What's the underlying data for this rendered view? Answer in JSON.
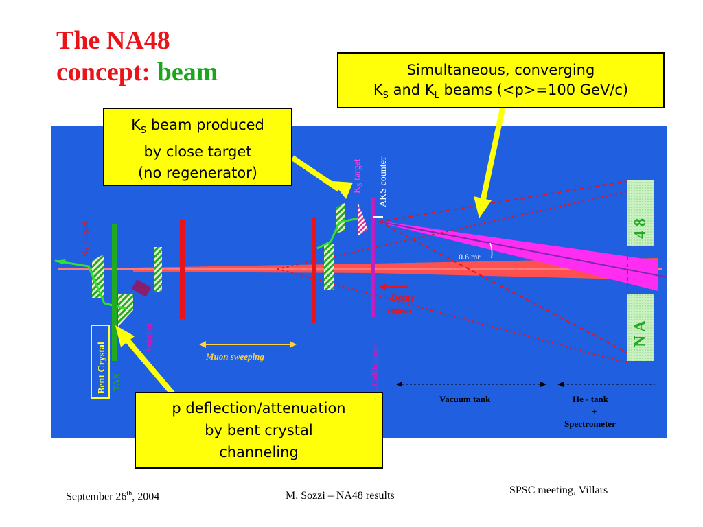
{
  "title": {
    "line1": "The NA48",
    "line2_prefix": "concept:",
    "line2_accent": "beam"
  },
  "callouts": {
    "beams": {
      "line1": "Simultaneous, converging",
      "k1": "K",
      "k1_sub": "S",
      "mid": " and K",
      "k2_sub": "L",
      "rest": " beams (<p>=100 GeV/c)"
    },
    "ks": {
      "k": "K",
      "k_sub": "S",
      "line1_rest": " beam produced",
      "line2": "by close target",
      "line3": "(no regenerator)"
    },
    "proton": {
      "line1": "p deflection/attenuation",
      "line2": "by bent crystal",
      "line3": "channeling"
    }
  },
  "diagram_labels": {
    "kl_target": "K",
    "kl_target_sub": "L",
    "kl_target_rest": " target",
    "ks_target": "K",
    "ks_target_sub": "S",
    "ks_target_rest": " target",
    "aks_counter": "AKS counter",
    "angle": "0.6 mr",
    "decay_region_1": "Decay",
    "decay_region_2": "region",
    "muon_sweeping": "Muon sweeping",
    "bent_crystal": "Bent Crystal",
    "tax": "TAX",
    "tagging": "tagging",
    "collimator": "L Collimator",
    "vacuum_tank": "Vacuum tank",
    "he_tank": "He - tank",
    "plus": "+",
    "spectrometer": "Spectrometer",
    "na_top": "4 8",
    "na_bottom": "N A"
  },
  "colors": {
    "background": "#1f5fe0",
    "beam_kl": "#ff5050",
    "beam_ks": "#ff2cf2",
    "accent_red": "#e8141a",
    "accent_green": "#1aa51a",
    "callout": "#ffff0a"
  },
  "footer": {
    "date": "September 26",
    "date_sup": "th",
    "date_rest": ", 2004",
    "author": "M. Sozzi – NA48 results",
    "meeting": "SPSC meeting, Villars"
  }
}
